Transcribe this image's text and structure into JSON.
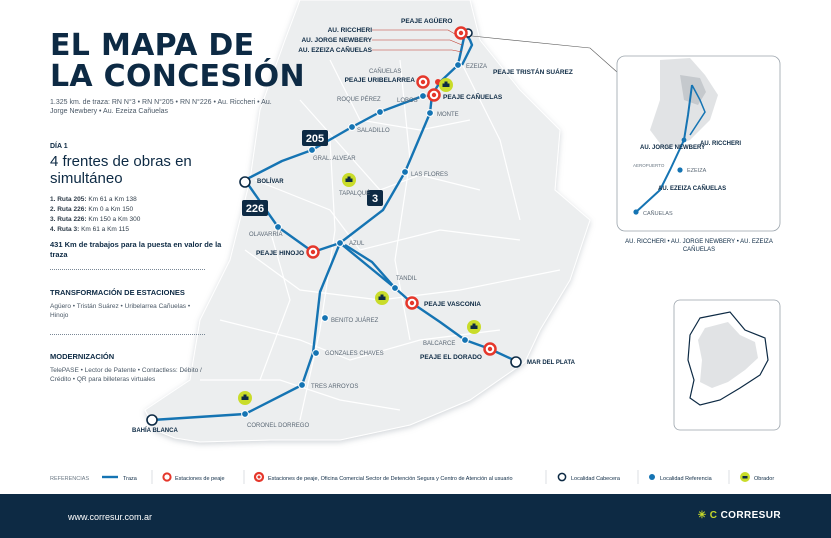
{
  "title_line1": "EL MAPA DE",
  "title_line2": "LA CONCESIÓN",
  "subtitle": "1.325 km. de traza: RN N°3 • RN N°205 • RN N°226 • Au. Riccheri • Au. Jorge Newbery • Au. Ezeiza Cañuelas",
  "day_label": "DÍA 1",
  "fronts_title": "4 frentes de obras en simultáneo",
  "works": [
    {
      "route": "1. Ruta 205:",
      "detail": "Km 61 a Km 138"
    },
    {
      "route": "2. Ruta 226:",
      "detail": "Km 0 a Km 150"
    },
    {
      "route": "3. Ruta 226:",
      "detail": "Km 150 a Km 300"
    },
    {
      "route": "4. Ruta 3:",
      "detail": "Km 61 a Km 115"
    }
  ],
  "km_note": "431 Km de trabajos para la puesta en valor de la traza",
  "stations_title": "TRANSFORMACIÓN DE ESTACIONES",
  "stations_text": "Agüero • Tristán Suárez • Uribelarrea Cañuelas • Hinojo",
  "modern_title": "MODERNIZACIÓN",
  "modern_text": "TelePASE • Lector de Patente • Contactless: Débito / Crédito • QR para billeteras virtuales",
  "route_badges": {
    "r205": "205",
    "r226": "226",
    "r3": "3"
  },
  "tolls": {
    "aguero": "PEAJE AGÜERO",
    "tristan": "PEAJE TRISTÁN SUÁREZ",
    "uribelarrea": "PEAJE URIBELARREA",
    "canuelas": "PEAJE CAÑUELAS",
    "hinojo": "PEAJE HINOJO",
    "vasconia": "PEAJE VASCONIA",
    "dorado": "PEAJE EL DORADO"
  },
  "highways": {
    "riccheri": "AU. RICCHERI",
    "newbery": "AU. JORGE NEWBERY",
    "ezeiza": "AU. EZEIZA CAÑUELAS"
  },
  "places": {
    "ezeiza": "EZEIZA",
    "canuelas": "CAÑUELAS",
    "lobos": "LOBOS",
    "monte": "MONTE",
    "roque": "ROQUE PÉREZ",
    "saladillo": "SALADILLO",
    "alvear": "GRAL. ALVEAR",
    "bolivar": "BOLÍVAR",
    "tapalque": "TAPALQUÉ",
    "lasflores": "LAS FLORES",
    "olavarria": "OLAVARRÍA",
    "azul": "AZUL",
    "tandil": "TANDIL",
    "benito": "BENITO JUÁREZ",
    "gonzales": "GONZALES CHAVES",
    "tres": "TRES ARROYOS",
    "dorrego": "CORONEL DORREGO",
    "bahia": "BAHÍA BLANCA",
    "balcarce": "BALCARCE",
    "mardelplata": "MAR DEL PLATA"
  },
  "inset": {
    "riccheri": "AU. RICCHERI",
    "newbery": "AU. JORGE NEWBERY",
    "aeropuerto": "AEROPUERTO",
    "ezeiza": "EZEIZA",
    "ezeizacanuelas": "AU. EZEIZA CAÑUELAS",
    "canuelas": "CAÑUELAS",
    "caption": "AU. RICCHERI • AU. JORGE NEWBERY • AU. EZEIZA CAÑUELAS"
  },
  "legend": {
    "title": "REFERENCIAS",
    "traza": "Traza",
    "peaje": "Estaciones de peaje",
    "peaje_full": "Estaciones de peaje, Oficina Comercial Sector de Detención Segura y Centro de Atención al usuario",
    "cabecera": "Localidad Cabecera",
    "referencia": "Localidad Referencia",
    "obrador": "Obrador"
  },
  "footer": {
    "url": "www.corresur.com.ar",
    "brand_prefix": "C",
    "brand": "CORRESUR"
  },
  "colors": {
    "navy": "#0d2a44",
    "route": "#1574b3",
    "toll": "#e5372b",
    "lime": "#c9dc2a",
    "land": "#eceeef"
  }
}
